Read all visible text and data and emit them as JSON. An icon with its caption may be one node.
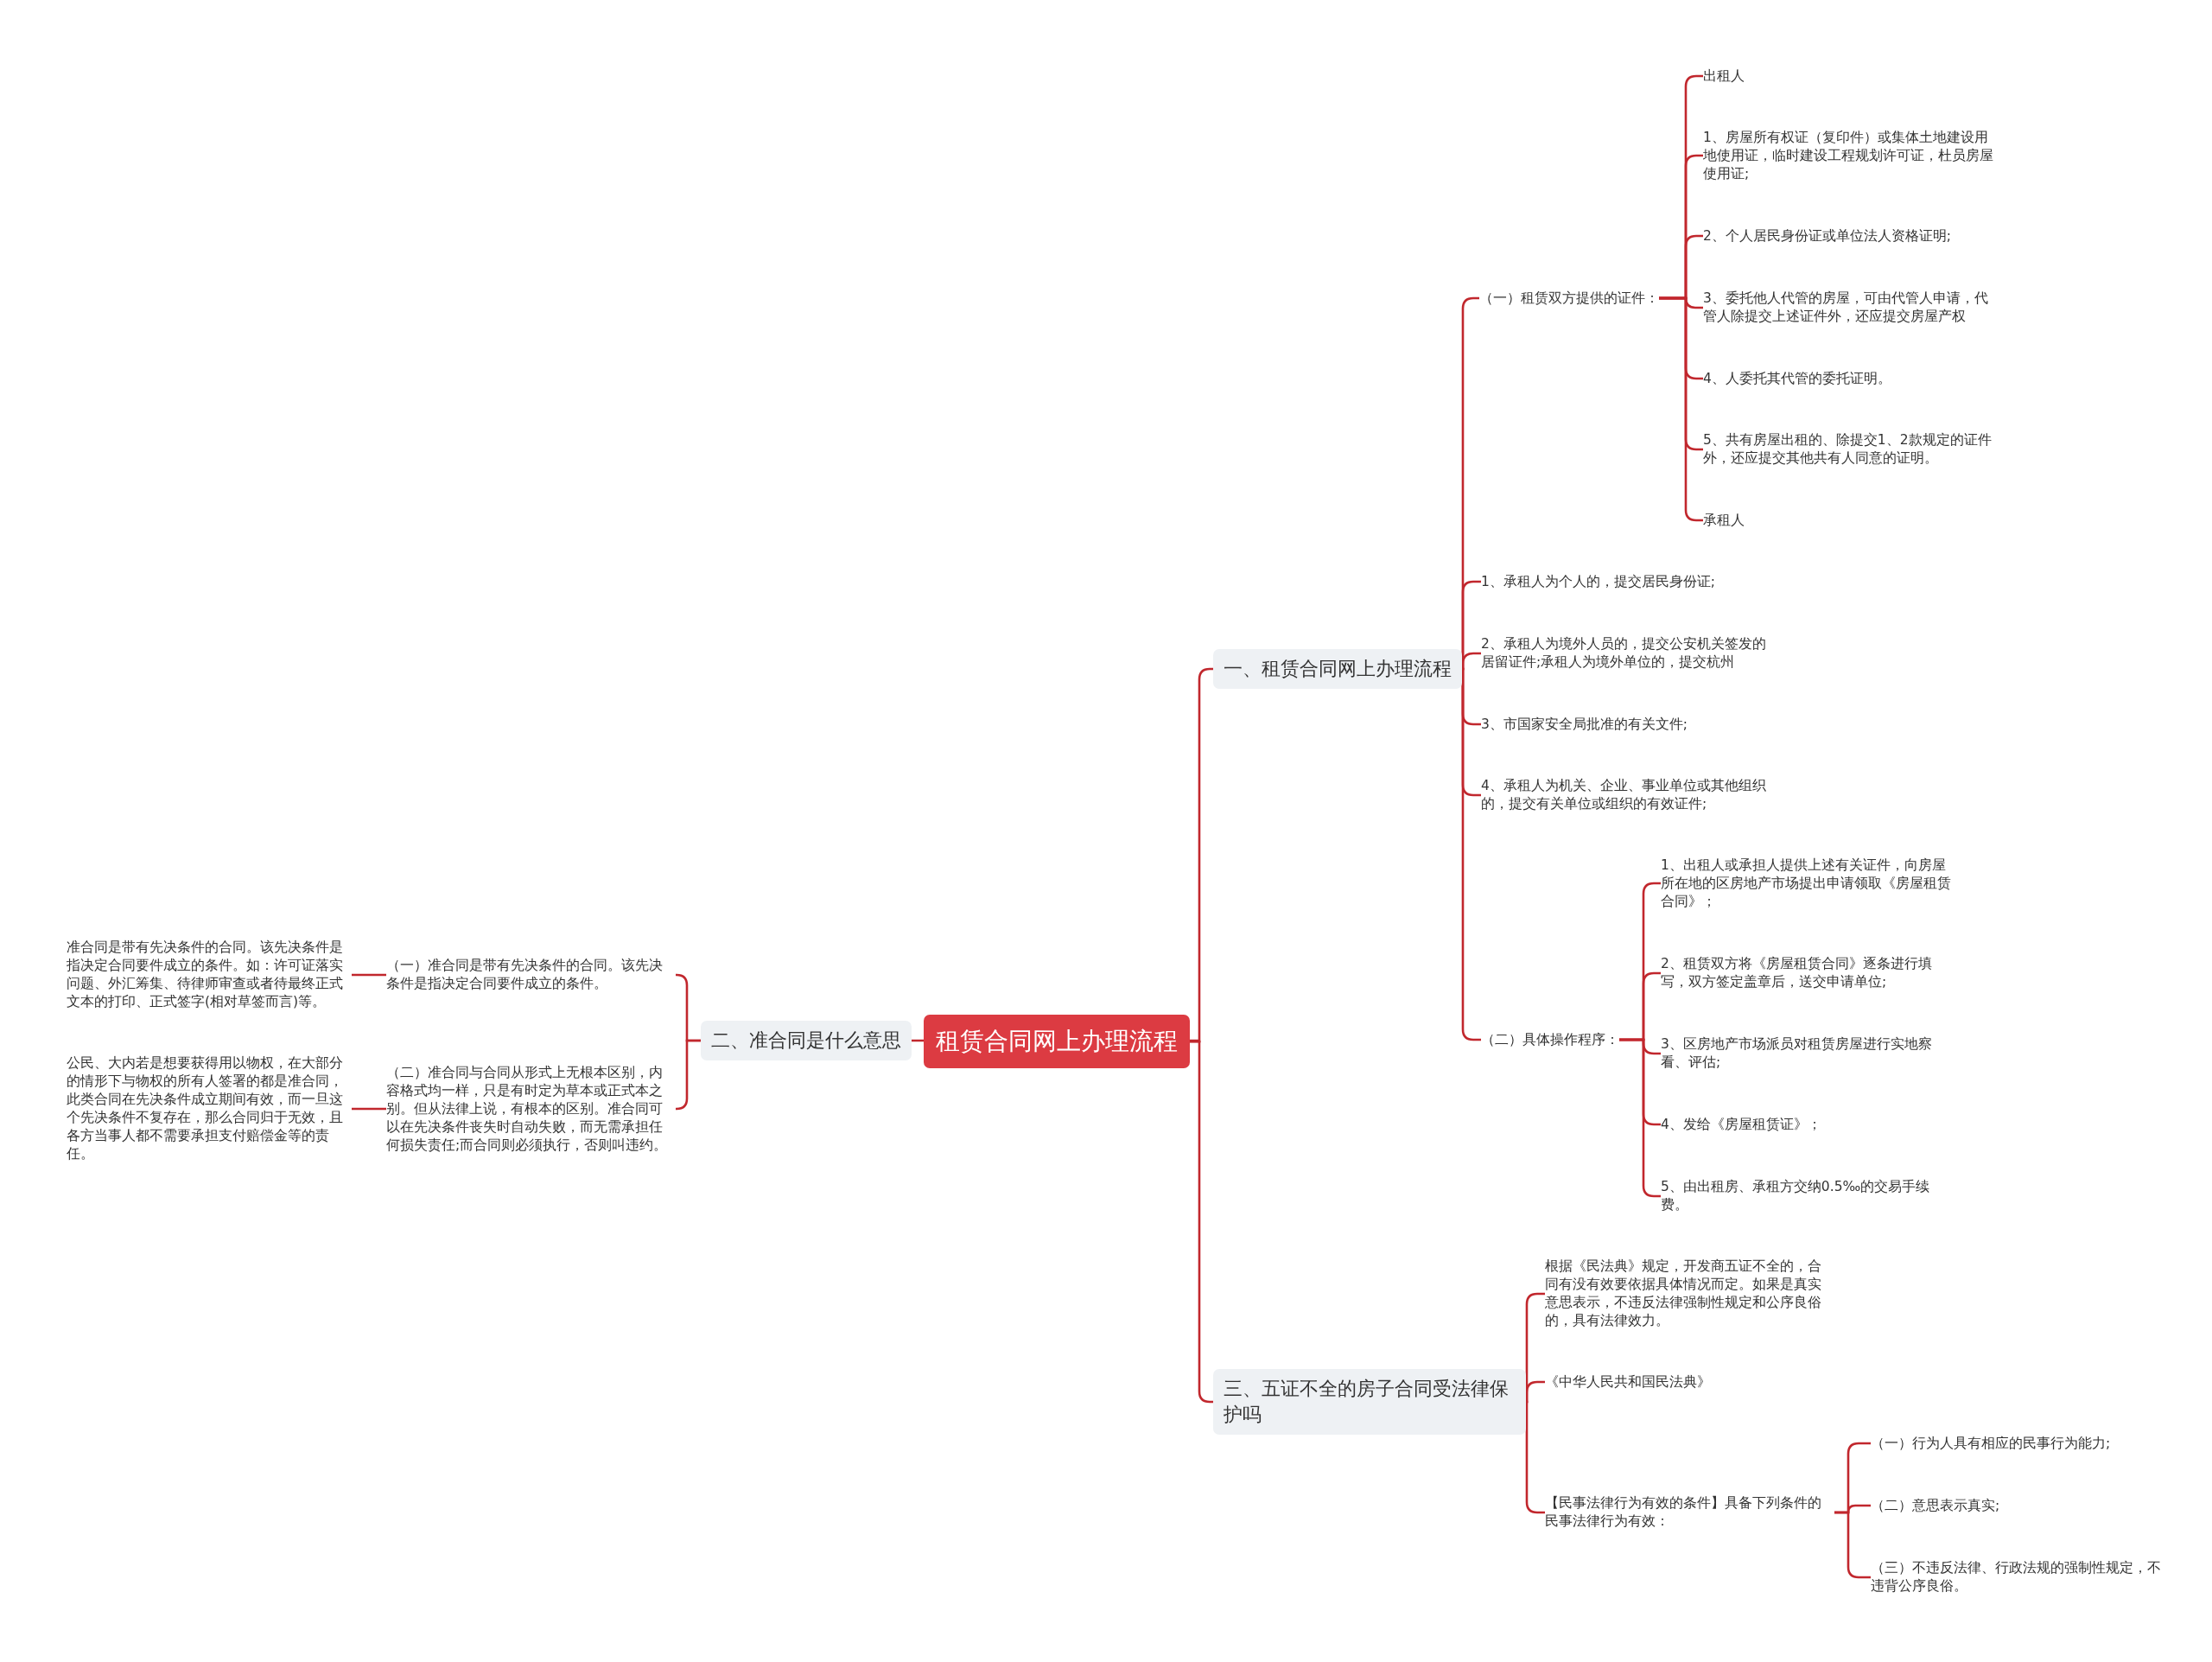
{
  "diagram": {
    "nodes": [
      {
        "text": [
          "租赁合同网上办理流程"
        ]
      },
      {
        "text": [
          "一、租赁合同网上办理流程"
        ]
      },
      {
        "text": [
          "（一）租赁双方提供的证件："
        ]
      },
      {
        "text": [
          "出租人"
        ]
      },
      {
        "text": [
          "1、房屋所有权证（复印件）或集体土地建设用地使用证，临时建设工程规划许可证，杜员房屋使用证;"
        ]
      },
      {
        "text": [
          "2、个人居民身份证或单位法人资格证明;"
        ]
      },
      {
        "text": [
          "3、委托他人代管的房屋，可由代管人申请，代管人除提交上述证件外，还应提交房屋产权"
        ]
      },
      {
        "text": [
          "4、人委托其代管的委托证明。"
        ]
      },
      {
        "text": [
          "5、共有房屋出租的、除提交1、2款规定的证件外，还应提交其他共有人同意的证明。"
        ]
      },
      {
        "text": [
          "承租人"
        ]
      },
      {
        "text": [
          "1、承租人为个人的，提交居民身份证;"
        ]
      },
      {
        "text": [
          "2、承租人为境外人员的，提交公安机关签发的居留证件;承租人为境外单位的，提交杭州"
        ]
      },
      {
        "text": [
          "3、市国家安全局批准的有关文件;"
        ]
      },
      {
        "text": [
          "4、承租人为机关、企业、事业单位或其他组织的，提交有关单位或组织的有效证件;"
        ]
      },
      {
        "text": [
          "（二）具体操作程序："
        ]
      },
      {
        "text": [
          "1、出租人或承担人提供上述有关证件，向房屋所在地的区房地产市场提出申请领取《房屋租赁合同》；"
        ]
      },
      {
        "text": [
          "2、租赁双方将《房屋租赁合同》逐条进行填写，双方签定盖章后，送交申请单位;"
        ]
      },
      {
        "text": [
          "3、区房地产市场派员对租赁房屋进行实地察看、评估;"
        ]
      },
      {
        "text": [
          "4、发给《房屋租赁证》；"
        ]
      },
      {
        "text": [
          "5、由出租房、承租方交纳0.5‰的交易手续费。"
        ]
      },
      {
        "text": [
          "二、准合同是什么意思"
        ]
      },
      {
        "text": [
          "（一）准合同是带有先决条件的合同。该先决条件是指决定合同要件成立的条件。"
        ]
      },
      {
        "text": [
          "准合同是带有先决条件的合同。该先决条件是指决定合同要件成立的条件。如：许可证落实问题、外汇筹集、待律师审查或者待最终正式文本的打印、正式签字(相对草签而言)等。"
        ]
      },
      {
        "text": [
          "（二）准合同与合同从形式上无根本区别，内容格式均一样，只是有时定为草本或正式本之别。但从法律上说，有根本的区别。准合同可以在先决条件丧失时自动失败，而无需承担任何损失责任;而合同则必须执行，否则叫违约。"
        ]
      },
      {
        "text": [
          "公民、大内若是想要获得用以物权，在大部分的情形下与物权的所有人签署的都是准合同，此类合同在先决条件成立期间有效，而一旦这个先决条件不复存在，那么合同归于无效，且各方当事人都不需要承担支付赔偿金等的责任。"
        ]
      },
      {
        "text": [
          "三、五证不全的房子合同受法律保护吗"
        ]
      },
      {
        "text": [
          "根据《民法典》规定，开发商五证不全的，合同有没有效要依据具体情况而定。如果是真实意思表示，不违反法律强制性规定和公序良俗的，具有法律效力。"
        ]
      },
      {
        "text": [
          "《中华人民共和国民法典》"
        ]
      },
      {
        "text": [
          "【民事法律行为有效的条件】具备下列条件的民事法律行为有效："
        ]
      },
      {
        "text": [
          "（一）行为人具有相应的民事行为能力;"
        ]
      },
      {
        "text": [
          "（二）意思表示真实;"
        ]
      },
      {
        "text": [
          "（三）不违反法律、行政法规的强制性规定，不违背公序良俗。"
        ]
      }
    ],
    "edges": [
      {
        "from": 0,
        "to": 1,
        "arrow": "none"
      },
      {
        "from": 0,
        "to": 20,
        "arrow": "none"
      },
      {
        "from": 0,
        "to": 25,
        "arrow": "none"
      },
      {
        "from": 1,
        "to": 2,
        "arrow": "none"
      },
      {
        "from": 2,
        "to": 3,
        "arrow": "none"
      },
      {
        "from": 2,
        "to": 4,
        "arrow": "none"
      },
      {
        "from": 2,
        "to": 5,
        "arrow": "none"
      },
      {
        "from": 2,
        "to": 6,
        "arrow": "none"
      },
      {
        "from": 2,
        "to": 7,
        "arrow": "none"
      },
      {
        "from": 2,
        "to": 8,
        "arrow": "none"
      },
      {
        "from": 2,
        "to": 9,
        "arrow": "none"
      },
      {
        "from": 1,
        "to": 10,
        "arrow": "none"
      },
      {
        "from": 1,
        "to": 11,
        "arrow": "none"
      },
      {
        "from": 1,
        "to": 12,
        "arrow": "none"
      },
      {
        "from": 1,
        "to": 13,
        "arrow": "none"
      },
      {
        "from": 1,
        "to": 14,
        "arrow": "none"
      },
      {
        "from": 14,
        "to": 15,
        "arrow": "none"
      },
      {
        "from": 14,
        "to": 16,
        "arrow": "none"
      },
      {
        "from": 14,
        "to": 17,
        "arrow": "none"
      },
      {
        "from": 14,
        "to": 18,
        "arrow": "none"
      },
      {
        "from": 14,
        "to": 19,
        "arrow": "none"
      },
      {
        "from": 20,
        "to": 21,
        "arrow": "none"
      },
      {
        "from": 20,
        "to": 23,
        "arrow": "none"
      },
      {
        "from": 21,
        "to": 22,
        "arrow": "none"
      },
      {
        "from": 23,
        "to": 24,
        "arrow": "none"
      },
      {
        "from": 25,
        "to": 26,
        "arrow": "none"
      },
      {
        "from": 25,
        "to": 27,
        "arrow": "none"
      },
      {
        "from": 25,
        "to": 28,
        "arrow": "none"
      },
      {
        "from": 28,
        "to": 29,
        "arrow": "none"
      },
      {
        "from": 28,
        "to": 30,
        "arrow": "none"
      },
      {
        "from": 28,
        "to": 31,
        "arrow": "none"
      }
    ]
  }
}
